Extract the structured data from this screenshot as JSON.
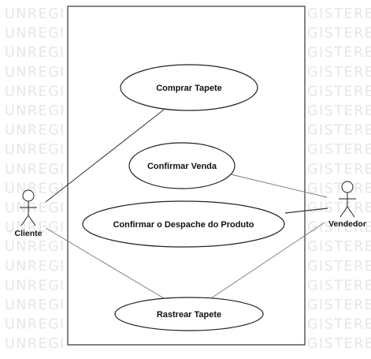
{
  "watermark": {
    "left_text": "UNREGI",
    "right_text": "GISTERE",
    "color": "#e6e6e6"
  },
  "actors": {
    "cliente": {
      "label": "Cliente"
    },
    "vendedor": {
      "label": "Vendedor"
    }
  },
  "use_cases": {
    "comprar": {
      "label": "Comprar Tapete"
    },
    "confirmar_venda": {
      "label": "Confirmar Venda"
    },
    "confirmar_despache": {
      "label": "Confirmar o Despache do Produto"
    },
    "rastrear": {
      "label": "Rastrear Tapete"
    }
  },
  "colors": {
    "line": "#555555",
    "line_light": "#888888",
    "stroke": "#222222",
    "background": "#ffffff"
  }
}
